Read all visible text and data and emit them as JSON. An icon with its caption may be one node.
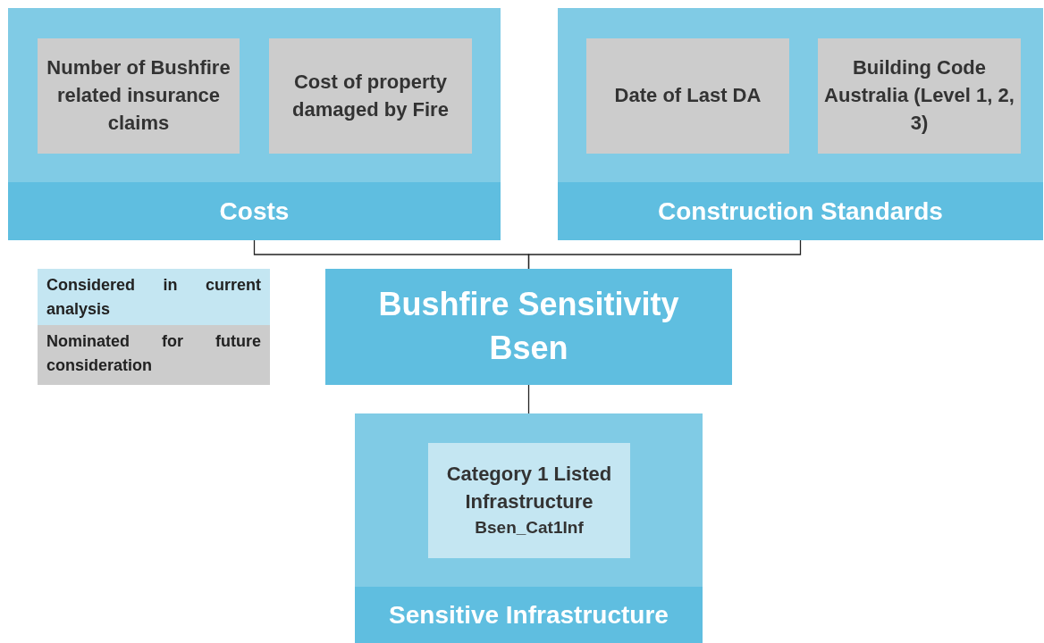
{
  "diagram": {
    "nodes": [
      {
        "text": [
          "Costs"
        ]
      },
      {
        "text": [
          "Number of Bushfire related insurance claims"
        ],
        "in": 0
      },
      {
        "text": [
          "Cost of property damaged by Fire"
        ],
        "in": 0
      },
      {
        "text": [
          "Construction Standards"
        ]
      },
      {
        "text": [
          "Date of Last DA"
        ],
        "in": 3
      },
      {
        "text": [
          "Building Code Australia (Level 1, 2, 3)"
        ],
        "in": 3
      },
      {
        "text": [
          "Bushfire Sensitivity Bsen"
        ]
      },
      {
        "text": [
          "Sensitive Infrastructure"
        ]
      },
      {
        "text": [
          "Category 1 Listed Infrastructure",
          "Bsen_Cat1Inf"
        ],
        "in": 7
      }
    ],
    "edges": [
      {
        "from": 0,
        "to": 6,
        "arrow": "none"
      },
      {
        "from": 3,
        "to": 6,
        "arrow": "none"
      },
      {
        "from": 6,
        "to": 7,
        "arrow": "none"
      }
    ],
    "legend": [
      {
        "text": "Considered in current analysis",
        "color": "#c4e6f2"
      },
      {
        "text": "Nominated for future consideration",
        "color": "#cccccc"
      }
    ]
  }
}
